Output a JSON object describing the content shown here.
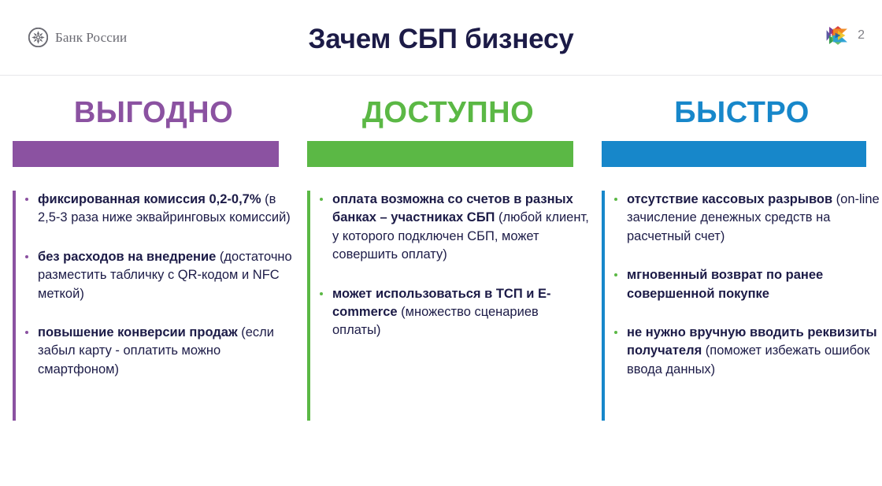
{
  "header": {
    "brand_label": "Банк России",
    "brand_emblem_icon": "bank-of-russia-emblem-icon",
    "title": "Зачем СБП бизнесу",
    "sbp_logo_icon": "sbp-logo-icon",
    "page_number": "2"
  },
  "colors": {
    "title": "#1c1b47",
    "violet": "#8b52a1",
    "green": "#5bb845",
    "blue": "#1787ca",
    "body_text": "#1c1b47",
    "page_number": "#808086",
    "brand_label": "#6a6a72"
  },
  "columns": [
    {
      "heading": "ВЫГОДНО",
      "accent": "#8b52a1",
      "bullets": [
        {
          "bold": "фиксированная комиссия 0,2-0,7%",
          "regular": " (в 2,5-3 раза ниже эквайринговых комиссий)"
        },
        {
          "bold": "без расходов на внедрение",
          "regular": " (достаточно разместить табличку с QR-кодом и NFC меткой)"
        },
        {
          "bold": "повышение конверсии продаж",
          "regular": " (если забыл карту - оплатить можно смартфоном)"
        }
      ]
    },
    {
      "heading": "ДОСТУПНО",
      "accent": "#5bb845",
      "bullets": [
        {
          "bold": "оплата возможна со счетов в разных банках – участниках СБП",
          "regular": " (любой клиент, у которого подключен СБП, может совершить оплату)"
        },
        {
          "bold": "может использоваться в ТСП и E-commerce",
          "regular": " (множество сценариев оплаты)"
        }
      ]
    },
    {
      "heading": "БЫСТРО",
      "accent": "#1787ca",
      "bullets": [
        {
          "bold": "отсутствие кассовых разрывов",
          "regular": " (on-line зачисление денежных средств на расчетный счет)"
        },
        {
          "bold": "мгновенный возврат по ранее совершенной покупке",
          "regular": ""
        },
        {
          "bold": "не нужно вручную вводить реквизиты получателя",
          "regular": " (поможет избежать ошибок ввода данных)"
        }
      ]
    }
  ]
}
